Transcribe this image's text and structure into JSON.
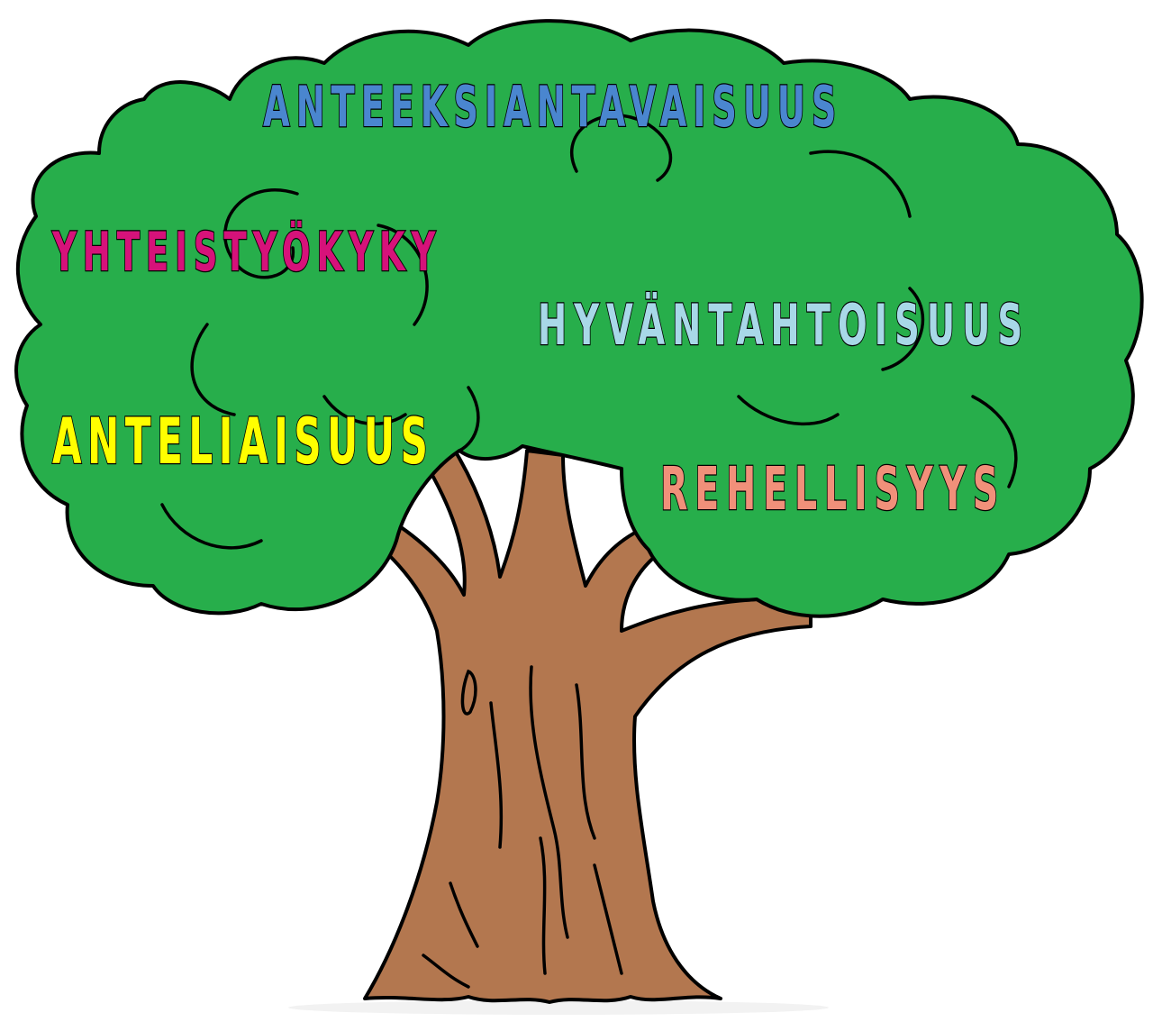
{
  "illustration": {
    "subject": "tree",
    "colors": {
      "canopy": "#27ae4b",
      "trunk": "#b3774f",
      "outline": "#000000",
      "background": "#ffffff"
    }
  },
  "words": [
    {
      "id": "anteeksiantavaisuus",
      "text": "ANTEEKSIANTAVAISUUS",
      "color": "#4a86cf"
    },
    {
      "id": "yhteistyokyky",
      "text": "YHTEISTYÖKYKY",
      "color": "#d6127a"
    },
    {
      "id": "hyvantahtoisuus",
      "text": "HYVÄNTAHTOISUUS",
      "color": "#a8d8e8"
    },
    {
      "id": "anteliaisuus",
      "text": "ANTELIAISUUS",
      "color": "#ffff00"
    },
    {
      "id": "rehellisyys",
      "text": "REHELLISYYS",
      "color": "#f1907a"
    }
  ]
}
